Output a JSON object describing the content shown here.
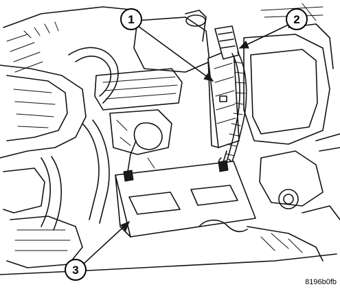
{
  "callouts": [
    {
      "number": "1"
    },
    {
      "number": "2"
    },
    {
      "number": "3"
    }
  ],
  "figure_code": "8196b0fb"
}
